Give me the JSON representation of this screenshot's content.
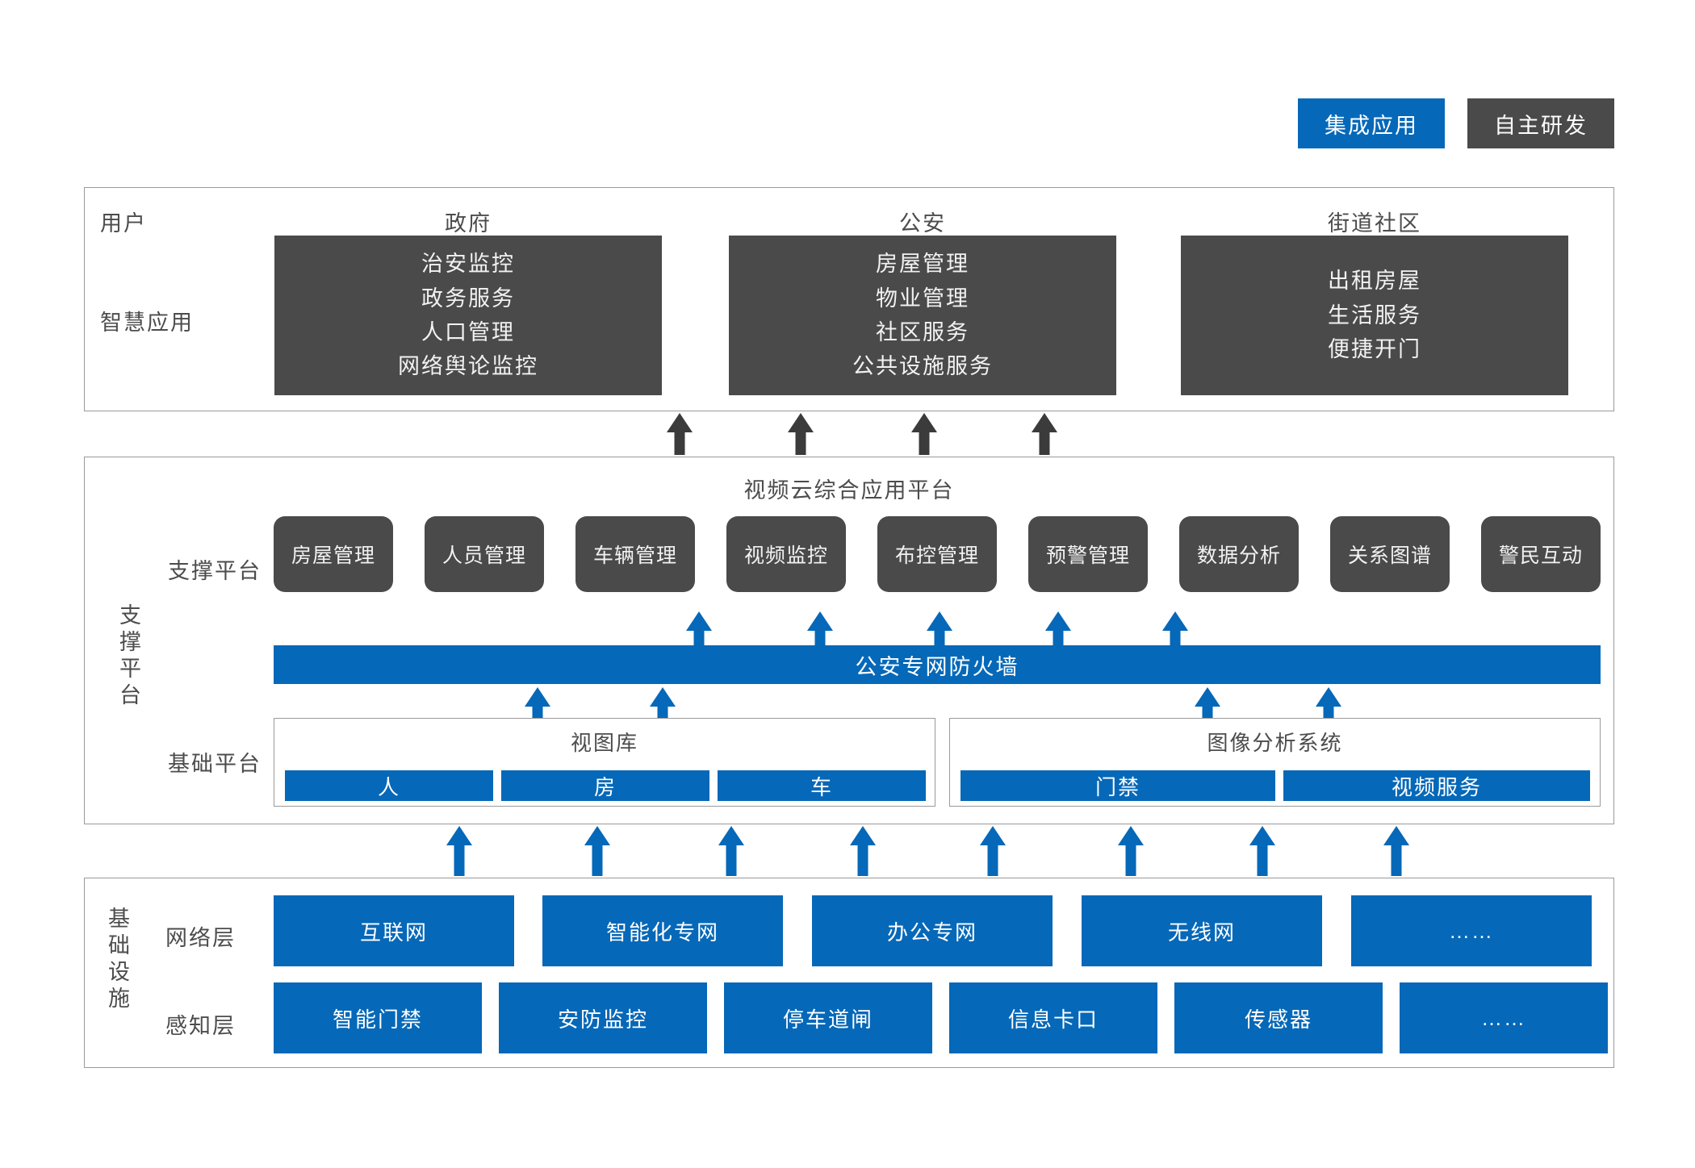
{
  "legend": {
    "items": [
      {
        "label": "集成应用",
        "color": "#0668b8",
        "name": "legend-integrated-app"
      },
      {
        "label": "自主研发",
        "color": "#4a4a4a",
        "name": "legend-self-developed"
      }
    ]
  },
  "application_layer": {
    "row_labels": {
      "user": "用户",
      "smart_app": "智慧应用"
    },
    "columns": [
      {
        "title": "政府",
        "items": [
          "治安监控",
          "政务服务",
          "人口管理",
          "网络舆论监控"
        ]
      },
      {
        "title": "公安",
        "items": [
          "房屋管理",
          "物业管理",
          "社区服务",
          "公共设施服务"
        ]
      },
      {
        "title": "街道社区",
        "items": [
          "出租房屋",
          "生活服务",
          "便捷开门"
        ]
      }
    ]
  },
  "platform_layer": {
    "side_label": "支撑平台",
    "title": "视频云综合应用平台",
    "support_row_label": "支撑平台",
    "base_row_label": "基础平台",
    "modules": [
      "房屋管理",
      "人员管理",
      "车辆管理",
      "视频监控",
      "布控管理",
      "预警管理",
      "数据分析",
      "关系图谱",
      "警民互动"
    ],
    "firewall": "公安专网防火墙",
    "base_groups": [
      {
        "title": "视图库",
        "items": [
          "人",
          "房",
          "车"
        ]
      },
      {
        "title": "图像分析系统",
        "items": [
          "门禁",
          "视频服务"
        ]
      }
    ]
  },
  "infrastructure_layer": {
    "side_label": "基础设施",
    "network_row_label": "网络层",
    "sense_row_label": "感知层",
    "network_items": [
      "互联网",
      "智能化专网",
      "办公专网",
      "无线网",
      "……"
    ],
    "sense_items": [
      "智能门禁",
      "安防监控",
      "停车道闸",
      "信息卡口",
      "传感器",
      "……"
    ]
  },
  "colors": {
    "brand_blue": "#0668b8",
    "dark_gray": "#4a4a4a",
    "border_gray": "#9a9a9a",
    "text_gray": "#4c4c4c"
  }
}
